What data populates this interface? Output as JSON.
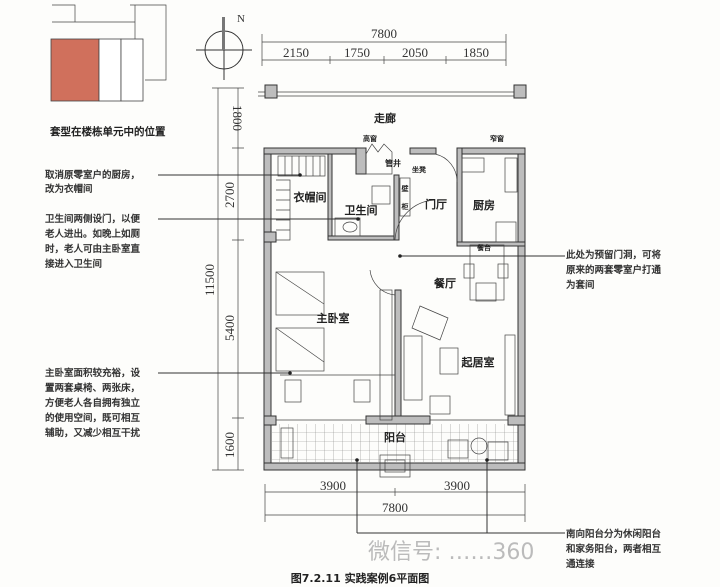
{
  "site_plan": {
    "caption": "套型在楼栋单元中的位置",
    "highlight_color": "#d0705c"
  },
  "north_label": "N",
  "dimensions": {
    "top_total": "7800",
    "top_segments": [
      "2150",
      "1750",
      "2050",
      "1850"
    ],
    "left_total": "11500",
    "left_segments": [
      "1800",
      "2700",
      "5400",
      "1600"
    ],
    "bottom_segments": [
      "3900",
      "3900"
    ],
    "bottom_total": "7800"
  },
  "rooms": {
    "corridor": "走廊",
    "high_window": "高窗",
    "narrow_window": "窄窗",
    "pipe_shaft": "管井",
    "seat": "坐凳",
    "wall_cabinet_1": "壁",
    "wall_cabinet_2": "柜",
    "closet": "衣帽间",
    "bathroom": "卫生间",
    "foyer": "门厅",
    "kitchen": "厨房",
    "counter": "餐台",
    "dining": "餐厅",
    "master_bedroom": "主卧室",
    "living_room": "起居室",
    "balcony": "阳台"
  },
  "annotations": {
    "closet_note": [
      "取消原零室户的厨房，",
      "改为衣帽间"
    ],
    "bathroom_note": [
      "卫生间两侧设门，以便",
      "老人进出。如晚上如厕",
      "时，老人可由主卧室直",
      "接进入卫生间"
    ],
    "bedroom_note": [
      "主卧室面积较充裕，设",
      "置两套桌椅、两张床，",
      "方便老人各自拥有独立",
      "的使用空间，既可相互",
      "辅助，又减少相互干扰"
    ],
    "doorway_note": [
      "此处为预留门洞，可将",
      "原来的两套零室户打通",
      "为套间"
    ],
    "balcony_note": [
      "南向阳台分为休闲阳台",
      "和家务阳台，两者相互",
      "通连接"
    ]
  },
  "caption": "图7.2.11    实践案例6平面图",
  "watermark": "微信号: ……360"
}
